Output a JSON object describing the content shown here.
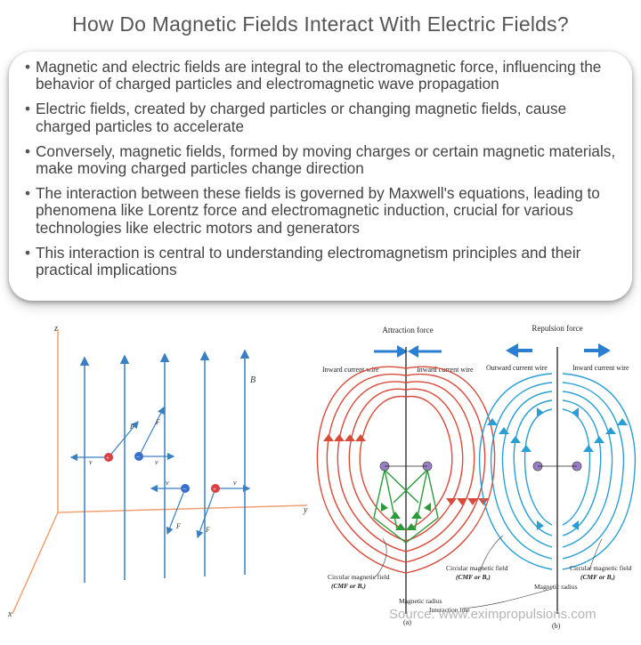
{
  "title": "How Do Magnetic Fields Interact With Electric Fields?",
  "bullets": [
    "Magnetic and electric fields are integral to the electromagnetic force, influencing the behavior of charged particles and electromagnetic wave propagation",
    "Electric fields, created by charged particles or changing magnetic fields, cause charged particles to accelerate",
    "Conversely, magnetic fields, formed by moving charges or certain magnetic materials, make moving charged particles change direction",
    "The interaction between these fields is governed by Maxwell's equations, leading to phenomena like Lorentz force and electromagnetic induction, crucial for various technologies like electric motors and generators",
    "This interaction is central to understanding electromagnetism principles and their practical implications"
  ],
  "left_diagram": {
    "axis_z": "z",
    "axis_y": "y",
    "axis_x": "x",
    "field_label": "B",
    "velocity_label": "v",
    "force_label": "F",
    "colors": {
      "field_line": "#3a7fc2",
      "axes": "#f0a070",
      "positive": "#d94040",
      "negative": "#3a6fd0"
    }
  },
  "right_diagram": {
    "attraction_title": "Attraction force",
    "repulsion_title": "Repulsion force",
    "inward_wire_left": "Inward current wire",
    "inward_wire_right": "Inward current wire",
    "outward_wire": "Outward current wire",
    "inward_wire_repulsion": "Inward current wire",
    "cmf_label_a": "Circular magnetic field",
    "cmf_sub_a": "(CMF or B,)",
    "cmf_label_mid": "Circular magnetic field",
    "cmf_sub_mid": "(CMF or B,)",
    "cmf_label_b": "Circular magnetic field",
    "cmf_sub_b": "(CMF or B,)",
    "magnetic_radius_1": "Magnetic radius",
    "magnetic_radius_2": "Magnetic radius",
    "interaction_line": "Interaction line",
    "panel_a": "(a)",
    "panel_b": "(b)",
    "colors": {
      "attraction": "#d84a3a",
      "repulsion": "#2a9fd6",
      "arrow": "#2a7fd0",
      "green": "#2a9a3a"
    }
  },
  "source": "Source: www.eximpropulsions.com"
}
